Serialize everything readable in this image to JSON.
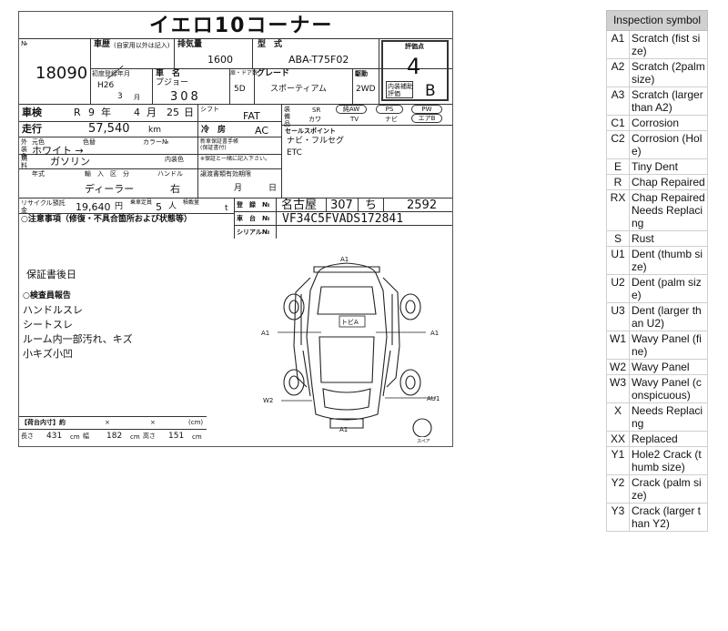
{
  "sheet": {
    "title": "イエロ10コーナー",
    "lot_label": "№",
    "lot_number": "18090",
    "history_label": "車歴",
    "history_note": "(自家用以外は記入)",
    "displacement_label": "排気量",
    "displacement": "1600",
    "model_label": "型　式",
    "model": "ABA-T75F02",
    "score_label": "評価点",
    "score": "4",
    "first_reg_label": "初度登録年月",
    "first_reg_year": "H26",
    "first_reg_month": "3",
    "month_unit": "月",
    "name_label": "車　名",
    "make": "プジョー",
    "car_name": "308",
    "doors_label": "扉・ドア数",
    "doors": "5D",
    "grade_label": "グレード",
    "grade": "スポーティアム",
    "drive_label": "駆動",
    "drive": "2WD",
    "interior_label": "内装補助評価",
    "interior_score": "B",
    "inspection_label": "車検",
    "inspection_era": "R",
    "inspection_year": "9",
    "year_unit": "年",
    "inspection_month": "4",
    "inspection_day": "25",
    "day_unit": "日",
    "shift_label": "シフト",
    "shift": "FAT",
    "equip_label": "装備品",
    "equipment": [
      "SR",
      "純AW",
      "PS",
      "PW",
      "カワ",
      "TV",
      "ナビ",
      "エアB"
    ],
    "mileage_label": "走行",
    "mileage": "57,540",
    "mileage_unit": "km",
    "ac_label": "冷　房",
    "ac": "AC",
    "exterior_color_label": "外装色",
    "original_color_label": "元色",
    "color_label": "色替",
    "color_no_label": "カラー№",
    "color": "ホワイト →",
    "sales_points_label": "セールスポイント",
    "sales_points_1": "ナビ・フルセグ",
    "sales_points_2": "ETC",
    "maint_label": "新車保証書手帳(保証書付)",
    "maint_note": "※保証と一緒に記入下さい。",
    "interior_color_label": "内装色",
    "fuel_label": "燃料",
    "fuel": "ガソリン",
    "import_label": "輸　入　区　分",
    "import_type": "ディーラー",
    "handle_label": "ハンドル",
    "handle": "右",
    "year_type_label": "年式",
    "expiry_label": "譲渡書類有効期限",
    "expiry_month": "月",
    "expiry_day": "日",
    "recycle_label": "リサイクル預託金",
    "recycle": "19,640",
    "recycle_unit": "円",
    "capacity_label": "乗車定員",
    "capacity": "5",
    "capacity_unit": "人",
    "load_label": "積載量",
    "load_unit": "t",
    "reg_label": "登　録　№",
    "reg_area": "名古屋",
    "reg_class": "307",
    "reg_kana": "ち",
    "reg_no": "2592",
    "chassis_label": "車　台　№",
    "chassis": "VF34C5FVADS172841",
    "serial_label": "シリアル№",
    "notes_label": "○注意事項（修復・不具合箇所および状態等）",
    "notes": [
      "保証書後日",
      "○検査員報告",
      "ハンドルスレ",
      "シートスレ",
      "ルーム内一部汚れ、キズ",
      "小キズ小凹"
    ],
    "diagram_marks": {
      "top": "A1",
      "left": "A1",
      "right": "A1",
      "rear_left": "W2",
      "rear_right": "AU1",
      "bottom": "A1",
      "roof": "トビA",
      "spare": "スペア"
    },
    "cargo_label": "【荷台内寸】約",
    "cargo_x": "×",
    "cargo_unit": "(cm)",
    "length_label": "長さ",
    "length": "431",
    "width_label": "幅",
    "width": "182",
    "height_label": "高さ",
    "height": "151",
    "cm": "cm"
  },
  "legend": {
    "header": "Inspection symbol",
    "rows": [
      {
        "code": "A1",
        "desc": "Scratch (fist size)"
      },
      {
        "code": "A2",
        "desc": "Scratch (2palm size)"
      },
      {
        "code": "A3",
        "desc": "Scratch (larger than A2)"
      },
      {
        "code": "C1",
        "desc": "Corrosion"
      },
      {
        "code": "C2",
        "desc": "Corrosion (Hole)"
      },
      {
        "code": "E",
        "desc": "Tiny Dent"
      },
      {
        "code": "R",
        "desc": "Chap Repaired"
      },
      {
        "code": "RX",
        "desc": "Chap Repaired Needs Replacing"
      },
      {
        "code": "S",
        "desc": "Rust"
      },
      {
        "code": "U1",
        "desc": "Dent (thumb size)"
      },
      {
        "code": "U2",
        "desc": "Dent (palm size)"
      },
      {
        "code": "U3",
        "desc": "Dent (larger than U2)"
      },
      {
        "code": "W1",
        "desc": "Wavy Panel (fine)"
      },
      {
        "code": "W2",
        "desc": "Wavy Panel"
      },
      {
        "code": "W3",
        "desc": "Wavy Panel (conspicuous)"
      },
      {
        "code": "X",
        "desc": "Needs Replacing"
      },
      {
        "code": "XX",
        "desc": "Replaced"
      },
      {
        "code": "Y1",
        "desc": "Hole2 Crack (thumb size)"
      },
      {
        "code": "Y2",
        "desc": "Crack (palm size)"
      },
      {
        "code": "Y3",
        "desc": "Crack (larger than Y2)"
      }
    ]
  }
}
